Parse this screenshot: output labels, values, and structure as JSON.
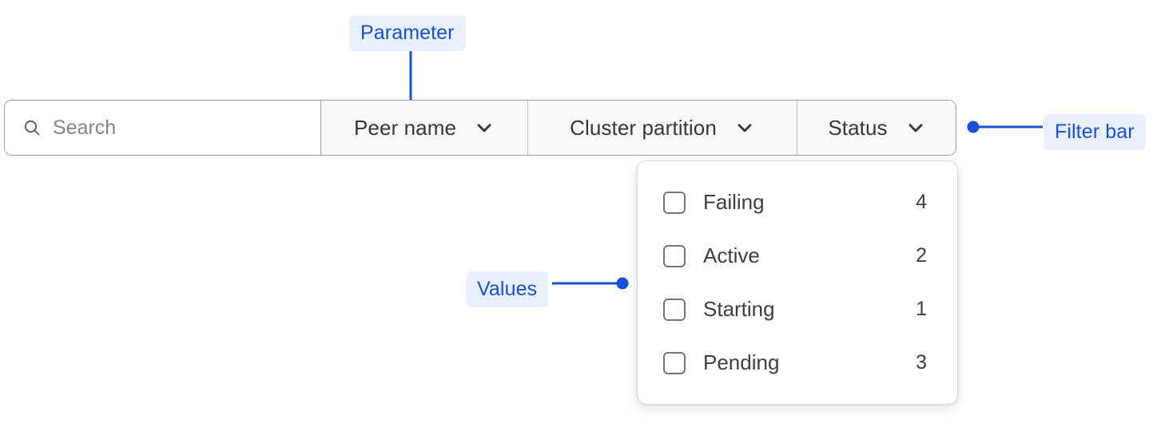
{
  "search": {
    "icon": "search-icon",
    "value": "",
    "placeholder": "Search"
  },
  "filter_bar": {
    "dropdowns": [
      {
        "label": "Peer name",
        "icon": "chevron-down-icon",
        "expanded": false
      },
      {
        "label": "Cluster partition",
        "icon": "chevron-down-icon",
        "expanded": false
      },
      {
        "label": "Status",
        "icon": "chevron-down-icon",
        "expanded": true
      }
    ]
  },
  "dropdown_panel": {
    "owner": "Status",
    "options": [
      {
        "label": "Failing",
        "count": "4",
        "checked": false
      },
      {
        "label": "Active",
        "count": "2",
        "checked": false
      },
      {
        "label": "Starting",
        "count": "1",
        "checked": false
      },
      {
        "label": "Pending",
        "count": "3",
        "checked": false
      }
    ]
  },
  "annotations": [
    {
      "label": "Parameter",
      "target": "Peer name dropdown"
    },
    {
      "label": "Values",
      "target": "Status dropdown options"
    },
    {
      "label": "Filter bar",
      "target": "Filter bar container"
    }
  ],
  "colors": {
    "annotation_text": "#1a4fd8",
    "annotation_chip_bg": "#e8f0fe",
    "connector": "#1a4fd8",
    "bar_border": "#9aa0a6",
    "bar_bg": "#f8f9fa",
    "text": "#3c4043",
    "placeholder": "#80868b",
    "checkbox_border": "#707680",
    "panel_border": "#dadce0"
  }
}
